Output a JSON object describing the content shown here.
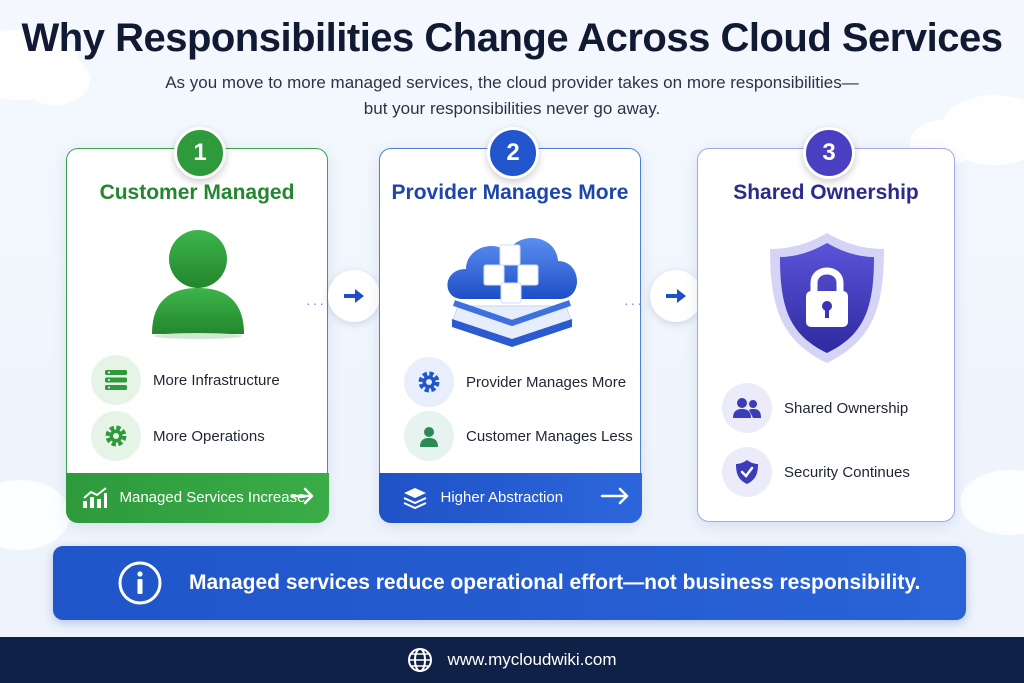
{
  "title": "Why Responsibilities Change Across Cloud Services",
  "subtitle_line1": "As you move to more managed services, the cloud provider takes on more responsibilities—",
  "subtitle_line2": "but your responsibilities never go away.",
  "colors": {
    "green": "#2e9a3c",
    "blue": "#2156cc",
    "purple": "#4a3fc1",
    "navy": "#0f2147"
  },
  "cards": [
    {
      "number": "1",
      "title": "Customer Managed",
      "illustration": "person-icon",
      "items": [
        {
          "icon": "server-icon",
          "label": "More Infrastructure"
        },
        {
          "icon": "gear-icon",
          "label": "More Operations"
        }
      ],
      "footer": {
        "icon": "growth-chart-icon",
        "label": "Managed Services Increase",
        "arrow": "arrow-right-icon"
      }
    },
    {
      "number": "2",
      "title": "Provider Manages More",
      "illustration": "cloud-platform-icon",
      "items": [
        {
          "icon": "gear-icon",
          "label": "Provider Manages More"
        },
        {
          "icon": "user-icon",
          "label": "Customer Manages Less"
        }
      ],
      "footer": {
        "icon": "layers-icon",
        "label": "Higher Abstraction",
        "arrow": "arrow-right-icon"
      }
    },
    {
      "number": "3",
      "title": "Shared Ownership",
      "illustration": "shield-lock-icon",
      "items": [
        {
          "icon": "users-icon",
          "label": "Shared Ownership"
        },
        {
          "icon": "shield-check-icon",
          "label": "Security Continues"
        }
      ]
    }
  ],
  "banner": {
    "icon": "info-icon",
    "text": "Managed services reduce operational effort—not business responsibility."
  },
  "footer": {
    "icon": "globe-icon",
    "text": "www.mycloudwiki.com"
  }
}
